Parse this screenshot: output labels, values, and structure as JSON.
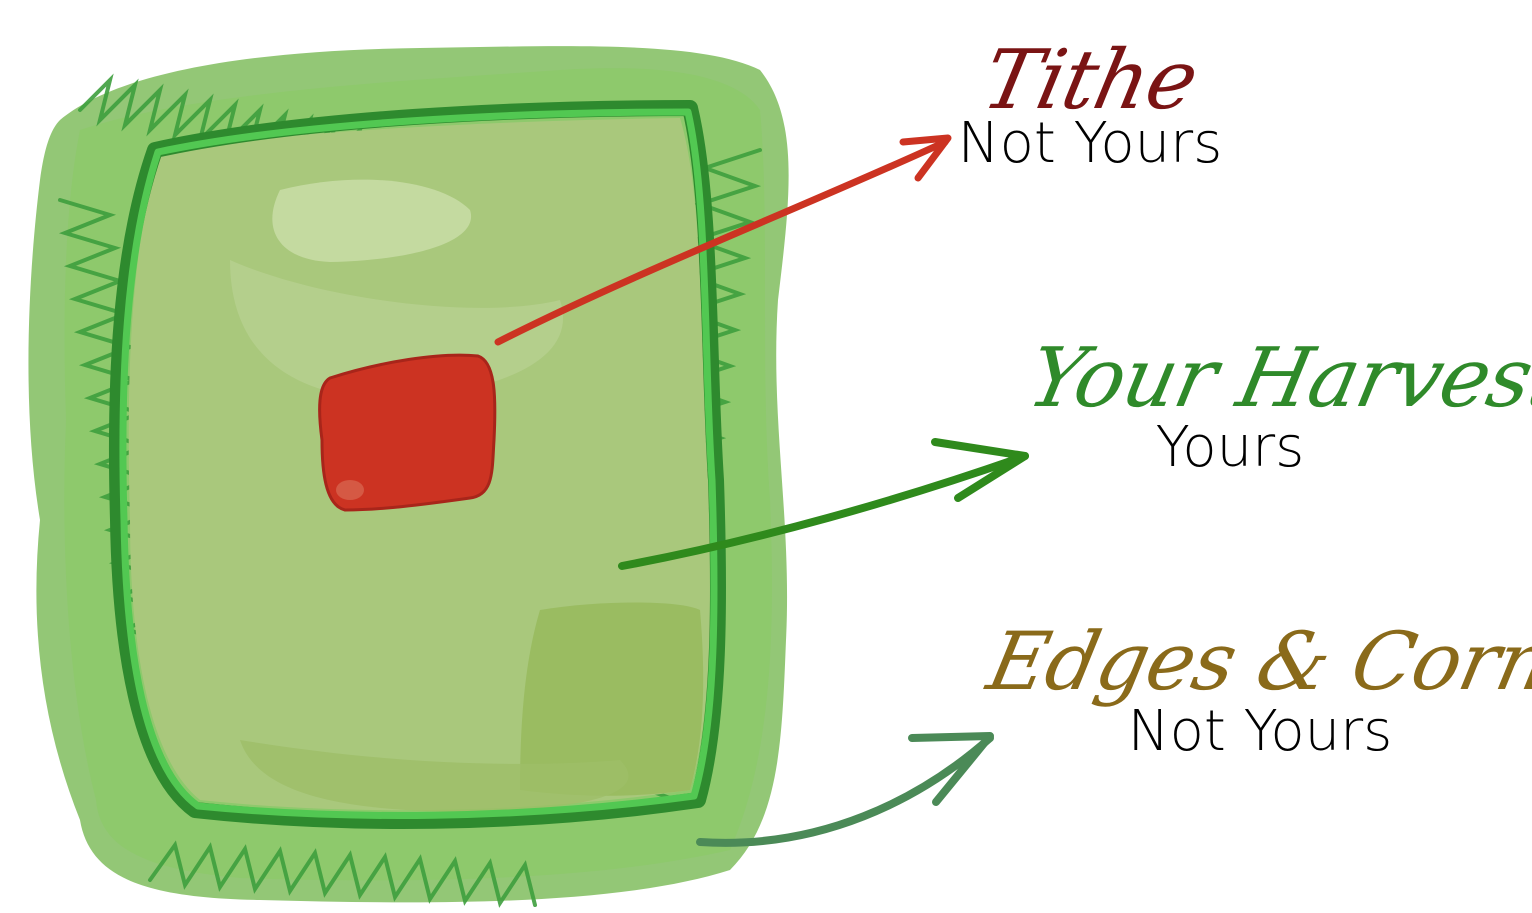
{
  "colors": {
    "outer_field": "#7fbd5c",
    "hedge_dark": "#2e8a2e",
    "hedge_bright": "#4cc24c",
    "inner_field": "#a9c87c",
    "tithe_patch": "#cc3322",
    "arrow_tithe": "#cc3322",
    "arrow_harvest": "#2f8a1c",
    "arrow_edges": "#4b8a57",
    "label_tithe": "#7a1414",
    "label_harvest": "#2f8a2a",
    "label_edges": "#8a6a1a",
    "text_plain": "#000000"
  },
  "labels": {
    "tithe": {
      "title": "Tithe",
      "subtitle": "Not Yours"
    },
    "harvest": {
      "title": "Your Harvest",
      "subtitle": "Yours"
    },
    "edges": {
      "title": "Edges & Corners",
      "subtitle": "Not Yours"
    }
  }
}
